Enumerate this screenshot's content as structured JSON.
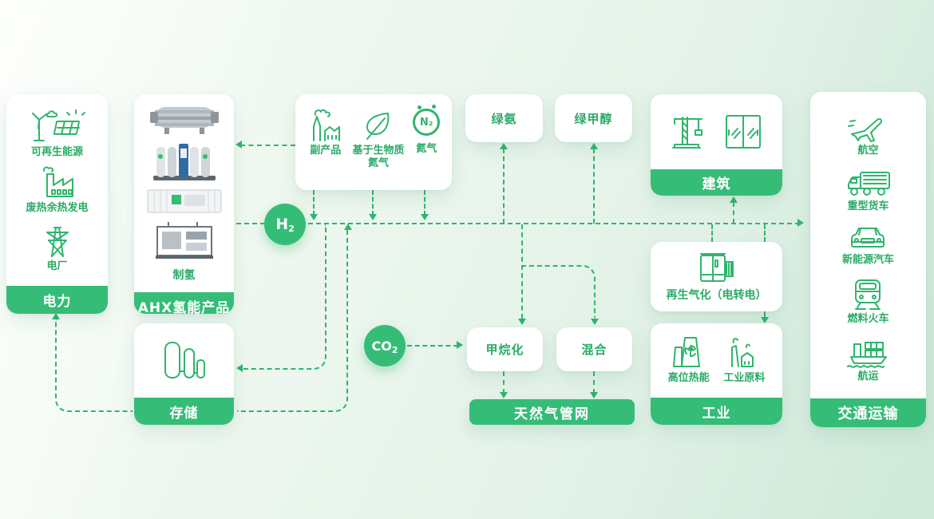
{
  "colors": {
    "primary": "#35bd77",
    "icon_stroke": "#2fb56d",
    "line": "#2fb56d",
    "card_bg": "#ffffff",
    "footer_text": "#ffffff"
  },
  "badges": {
    "h2": {
      "text": "H",
      "sub": "2"
    },
    "co2": {
      "text": "CO",
      "sub": "2"
    }
  },
  "nodes": {
    "power": {
      "footer": "电力",
      "items": [
        {
          "label": "可再生能源",
          "icon": "renewables-icon"
        },
        {
          "label": "废热余热发电",
          "icon": "waste-heat-plant-icon"
        },
        {
          "label": "电厂",
          "icon": "power-grid-tower-icon"
        }
      ]
    },
    "ahx": {
      "footer": "AHX氢能产品",
      "caption": "制氢"
    },
    "storage": {
      "footer": "存储"
    },
    "sources": {
      "items": [
        {
          "label": "副产品",
          "icon": "byproduct-factory-icon"
        },
        {
          "label": "基于生物质\n氮气",
          "icon": "leaf-icon"
        },
        {
          "label": "氮气",
          "icon": "n2-molecule-icon",
          "icon_text": "N₂"
        }
      ]
    },
    "green_ammonia": {
      "label": "绿氨"
    },
    "green_methanol": {
      "label": "绿甲醇"
    },
    "building": {
      "footer": "建筑"
    },
    "regas": {
      "label": "再生气化（电转电）"
    },
    "industry": {
      "footer": "工业",
      "items": [
        {
          "label": "高位热能",
          "icon": "high-grade-heat-icon"
        },
        {
          "label": "工业原料",
          "icon": "industrial-feedstock-icon"
        }
      ]
    },
    "methanation": {
      "label": "甲烷化"
    },
    "blending": {
      "label": "混合"
    },
    "gas_grid": {
      "label": "天然气管网"
    },
    "transport": {
      "footer": "交通运输",
      "items": [
        {
          "label": "航空",
          "icon": "airplane-icon"
        },
        {
          "label": "重型货车",
          "icon": "heavy-truck-icon"
        },
        {
          "label": "新能源汽车",
          "icon": "new-energy-car-icon"
        },
        {
          "label": "燃料火车",
          "icon": "fuel-train-icon"
        },
        {
          "label": "航运",
          "icon": "cargo-ship-icon"
        }
      ]
    }
  }
}
